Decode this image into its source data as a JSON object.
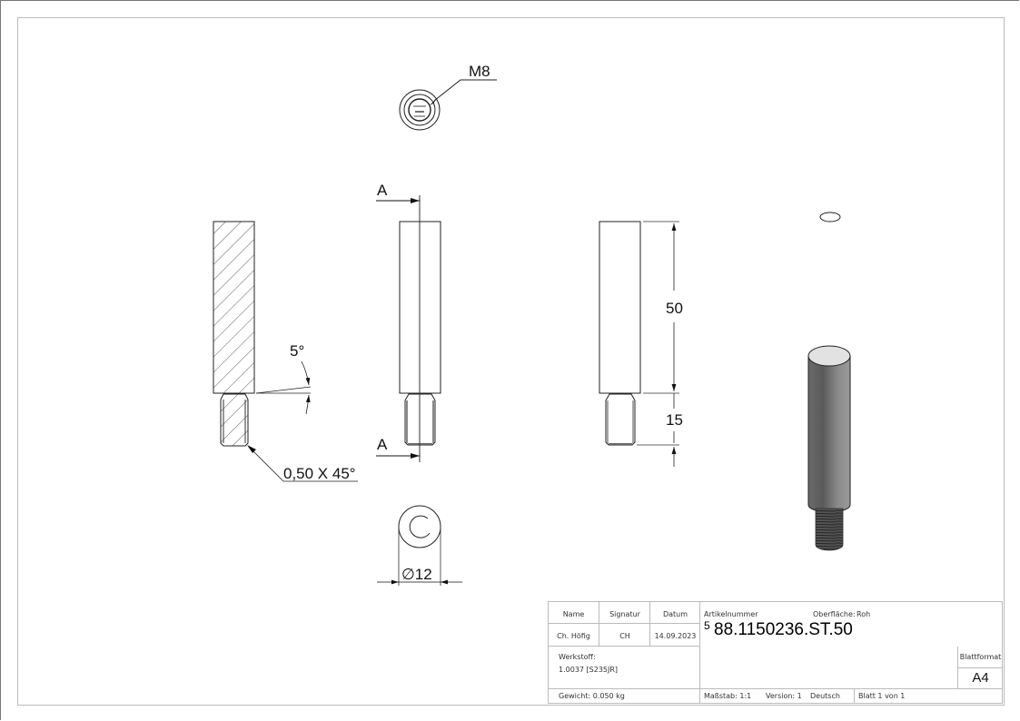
{
  "drawing": {
    "views": {
      "top_view": {
        "thread_callout": "M8"
      },
      "section_view": {
        "angle_label": "5°",
        "chamfer_label": "0,50 X 45°"
      },
      "front_view": {
        "section_marker_top": "A",
        "section_marker_bottom": "A"
      },
      "side_view": {
        "dim_body_length": "50",
        "dim_thread_length": "15"
      },
      "bottom_view": {
        "diameter_label": "∅12"
      },
      "isometric_view": {
        "shading": "gray steel"
      }
    }
  },
  "title_block": {
    "headers": {
      "name": "Name",
      "signatur": "Signatur",
      "datum": "Datum"
    },
    "values": {
      "name": "Ch. Höfig",
      "signatur": "CH",
      "datum": "14.09.2023"
    },
    "artikelnummer_label": "Artikelnummer",
    "oberflaeche_label": "Oberfläche:",
    "oberflaeche_value": "Roh",
    "article_prefix": "5",
    "article_number": "88.1150236.ST.50",
    "werkstoff_label": "Werkstoff:",
    "werkstoff_value": "1.0037 [S235JR]",
    "blattformat_label": "Blattformat",
    "blattformat_value": "A4",
    "gewicht": "Gewicht: 0.050 kg",
    "massstab": "Maßstab: 1:1",
    "version": "Version: 1",
    "sprache": "Deutsch",
    "blatt": "Blatt 1 von 1"
  }
}
